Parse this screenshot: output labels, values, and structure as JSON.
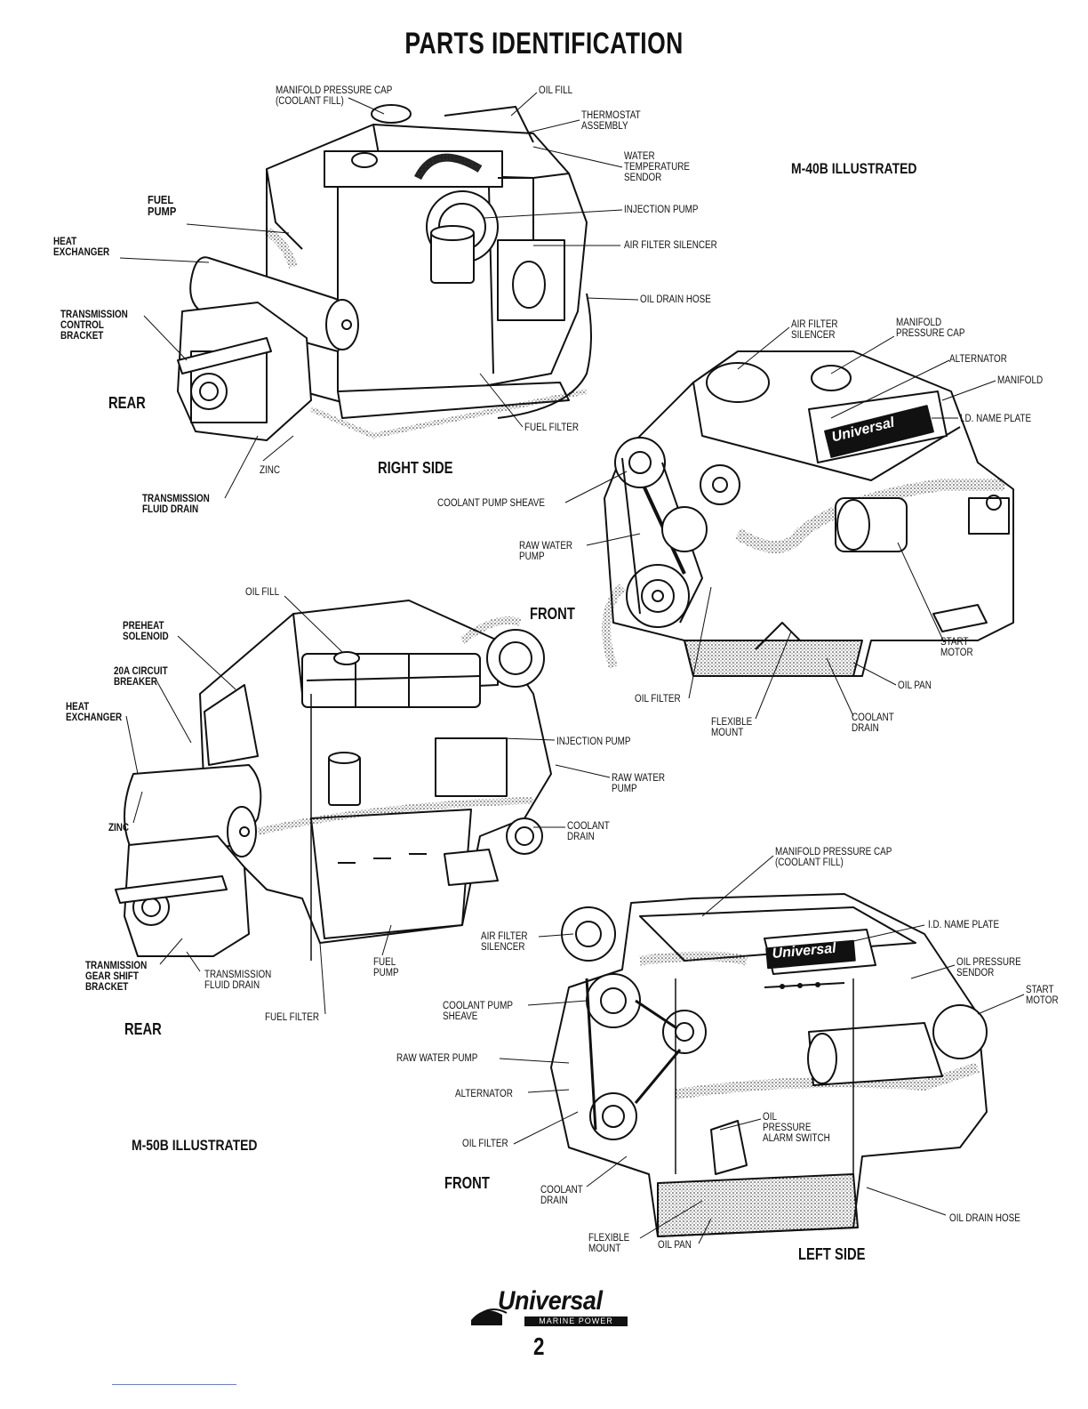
{
  "page": {
    "title": "PARTS IDENTIFICATION",
    "page_number": "2"
  },
  "logo": {
    "brand": "Universal",
    "tagline": "MARINE POWER"
  },
  "models": {
    "m40b": "M-40B ILLUSTRATED",
    "m50b": "M-50B ILLUSTRATED"
  },
  "views": {
    "rear_top": "REAR",
    "right_side": "RIGHT SIDE",
    "front_top": "FRONT",
    "rear_bottom": "REAR",
    "front_bottom": "FRONT",
    "left_side": "LEFT SIDE"
  },
  "labels": {
    "m40_right": {
      "manifold_cap": "MANIFOLD PRESSURE CAP\n(COOLANT FILL)",
      "oil_fill": "OIL FILL",
      "thermostat": "THERMOSTAT\nASSEMBLY",
      "water_temp": "WATER\nTEMPERATURE\nSENDOR",
      "fuel_pump": "FUEL\nPUMP",
      "injection_pump": "INJECTION PUMP",
      "heat_exchanger": "HEAT\nEXCHANGER",
      "air_filter": "AIR FILTER SILENCER",
      "oil_drain_hose": "OIL DRAIN HOSE",
      "trans_control": "TRANSMISSION\nCONTROL\nBRACKET",
      "fuel_filter": "FUEL FILTER",
      "zinc": "ZINC",
      "trans_drain": "TRANSMISSION\nFLUID DRAIN"
    },
    "m40_front": {
      "air_filter": "AIR FILTER\nSILENCER",
      "manifold_cap": "MANIFOLD\nPRESSURE CAP",
      "alternator": "ALTERNATOR",
      "manifold": "MANIFOLD",
      "name_plate": "I.D. NAME PLATE",
      "coolant_sheave": "COOLANT PUMP SHEAVE",
      "raw_water": "RAW WATER\nPUMP",
      "start_motor": "START\nMOTOR",
      "oil_pan": "OIL PAN",
      "oil_filter": "OIL FILTER",
      "flexible_mount": "FLEXIBLE\nMOUNT",
      "coolant_drain": "COOLANT\nDRAIN"
    },
    "m50_rear": {
      "oil_fill": "OIL FILL",
      "preheat": "PREHEAT\nSOLENOID",
      "breaker": "20A CIRCUIT\nBREAKER",
      "heat_exchanger": "HEAT\nEXCHANGER",
      "injection_pump": "INJECTION PUMP",
      "raw_water": "RAW WATER\nPUMP",
      "zinc": "ZINC",
      "coolant_drain": "COOLANT\nDRAIN",
      "gear_shift": "TRANMISSION\nGEAR SHIFT\nBRACKET",
      "trans_drain": "TRANSMISSION\nFLUID DRAIN",
      "fuel_pump": "FUEL\nPUMP",
      "fuel_filter": "FUEL FILTER"
    },
    "m50_left": {
      "manifold_cap": "MANIFOLD PRESSURE CAP\n(COOLANT FILL)",
      "name_plate": "I.D. NAME PLATE",
      "air_filter": "AIR FILTER\nSILENCER",
      "oil_sendor": "OIL PRESSURE\nSENDOR",
      "start_motor": "START\nMOTOR",
      "coolant_sheave": "COOLANT PUMP\nSHEAVE",
      "raw_water": "RAW WATER PUMP",
      "alternator": "ALTERNATOR",
      "oil_alarm": "OIL\nPRESSURE\nALARM SWITCH",
      "oil_filter": "OIL FILTER",
      "coolant_drain": "COOLANT\nDRAIN",
      "oil_drain_hose": "OIL DRAIN HOSE",
      "flexible_mount": "FLEXIBLE\nMOUNT",
      "oil_pan": "OIL PAN"
    }
  },
  "plate_text": "Universal"
}
